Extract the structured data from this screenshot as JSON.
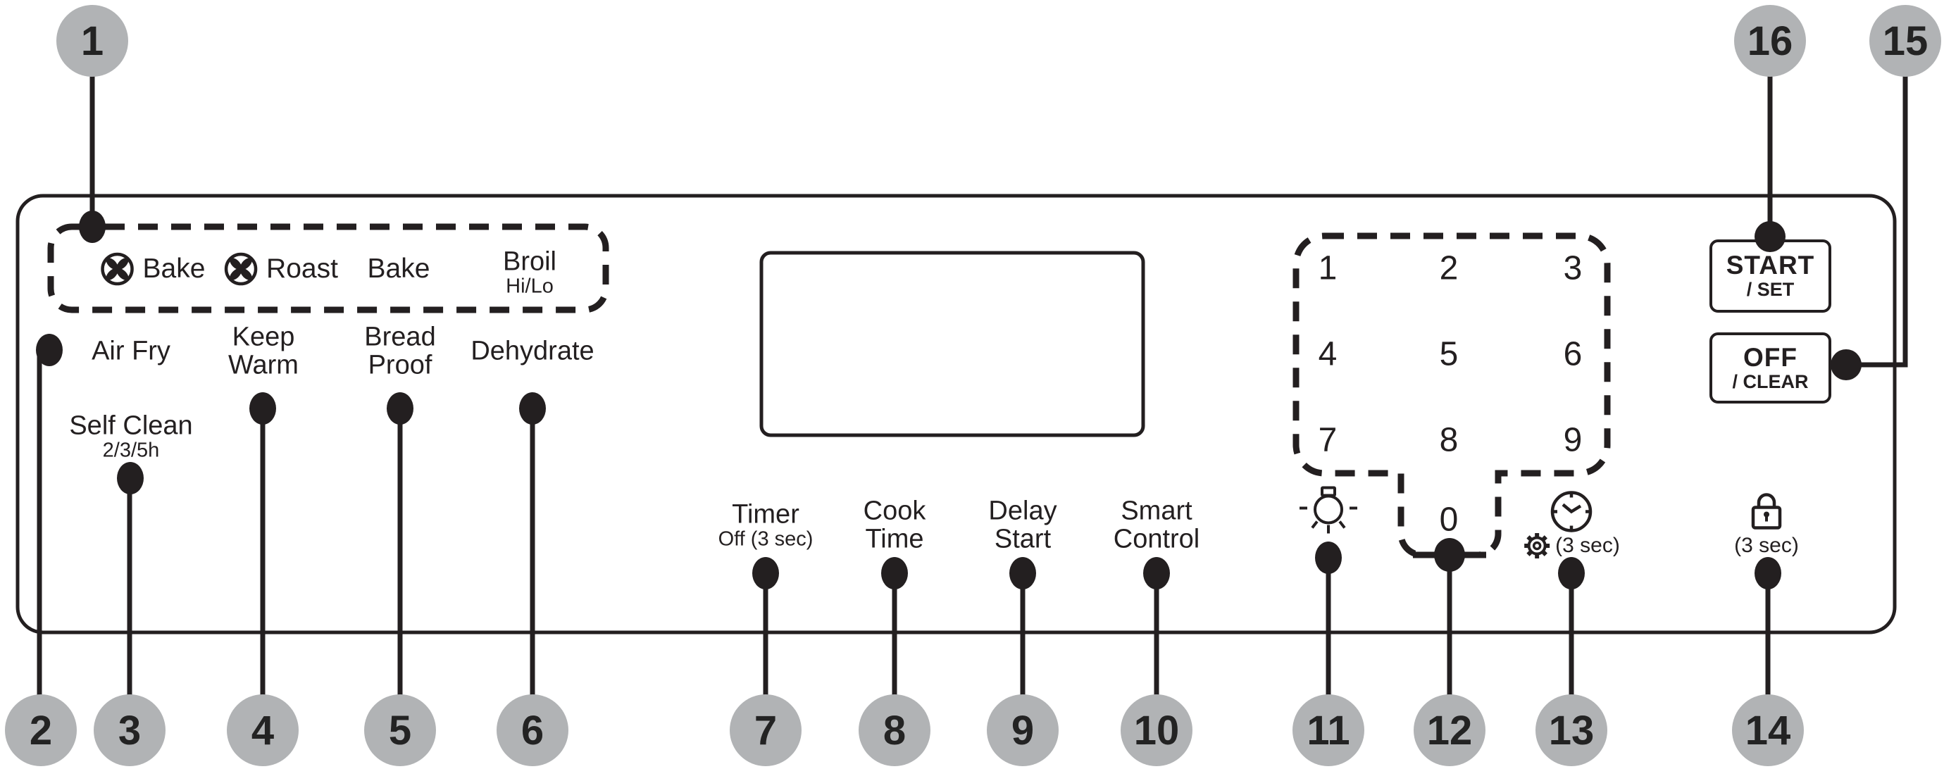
{
  "colors": {
    "ink": "#231f20",
    "callout_bg": "#b1b3b5"
  },
  "mode_box": {
    "items": [
      {
        "icon": "convection-fan",
        "label": "Bake"
      },
      {
        "icon": "convection-fan",
        "label": "Roast"
      },
      {
        "label": "Bake"
      },
      {
        "label": "Broil",
        "sublabel": "Hi/Lo"
      }
    ]
  },
  "function_keys": {
    "air_fry": "Air Fry",
    "keep_warm": [
      "Keep",
      "Warm"
    ],
    "bread_proof": [
      "Bread",
      "Proof"
    ],
    "dehydrate": "Dehydrate",
    "self_clean": {
      "label": "Self Clean",
      "sublabel": "2/3/5h"
    },
    "timer": {
      "label": "Timer",
      "sublabel": "Off (3 sec)"
    },
    "cook_time": [
      "Cook",
      "Time"
    ],
    "delay_start": [
      "Delay",
      "Start"
    ],
    "smart_control": [
      "Smart",
      "Control"
    ]
  },
  "keypad": {
    "digits": [
      "1",
      "2",
      "3",
      "4",
      "5",
      "6",
      "7",
      "8",
      "9",
      "0"
    ]
  },
  "icon_keys": {
    "oven_light": {
      "icon": "light-bulb"
    },
    "clock_settings": {
      "icons": [
        "clock",
        "gear"
      ],
      "label": "(3 sec)"
    },
    "control_lock": {
      "icon": "lock",
      "label": "(3 sec)"
    }
  },
  "buttons": {
    "start": {
      "label": "START",
      "sublabel": "/ SET"
    },
    "off": {
      "label": "OFF",
      "sublabel": "/ CLEAR"
    }
  },
  "callouts": [
    "1",
    "2",
    "3",
    "4",
    "5",
    "6",
    "7",
    "8",
    "9",
    "10",
    "11",
    "12",
    "13",
    "14",
    "15",
    "16"
  ]
}
